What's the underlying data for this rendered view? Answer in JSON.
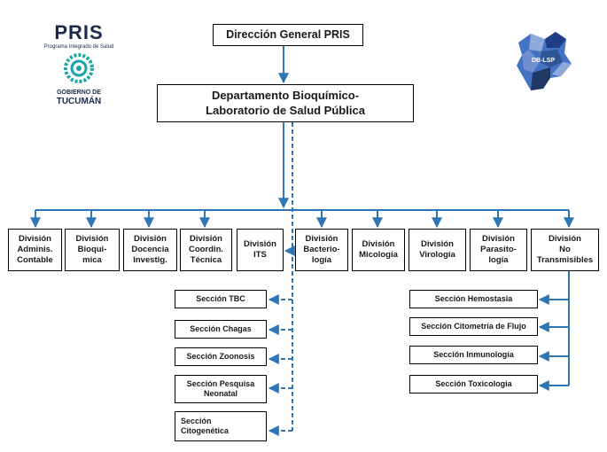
{
  "logo_left": {
    "title": "PRIS",
    "subtitle": "Programa Integrado de Salud",
    "government_line1": "GOBIERNO DE",
    "government_line2": "TUCUMÁN"
  },
  "logo_right": {
    "text": "DB-LSP"
  },
  "top": {
    "label": "Dirección General PRIS"
  },
  "department": {
    "line1": "Departamento Bioquímico-",
    "line2": "Laboratorio de Salud Pública"
  },
  "divisions": [
    {
      "l1": "División",
      "l2": "Adminis.",
      "l3": "Contable"
    },
    {
      "l1": "División",
      "l2": "Bioqui-",
      "l3": "mica"
    },
    {
      "l1": "División",
      "l2": "Docencia",
      "l3": "Investig."
    },
    {
      "l1": "División",
      "l2": "Coordin.",
      "l3": "Técnica"
    },
    {
      "l1": "División",
      "l2": "",
      "l3": "ITS"
    },
    {
      "l1": "División",
      "l2": "Bacterio-",
      "l3": "logía"
    },
    {
      "l1": "División",
      "l2": "",
      "l3": "Micología"
    },
    {
      "l1": "División",
      "l2": "",
      "l3": "Virología"
    },
    {
      "l1": "División",
      "l2": "Parasito-",
      "l3": "logía"
    },
    {
      "l1": "División",
      "l2": "No",
      "l3": "Transmisibles"
    }
  ],
  "sections_left": [
    {
      "l1": "Sección TBC",
      "l2": ""
    },
    {
      "l1": "Sección Chagas",
      "l2": ""
    },
    {
      "l1": "Sección Zoonosis",
      "l2": ""
    },
    {
      "l1": "Sección Pesquisa",
      "l2": "Neonatal"
    },
    {
      "l1": "Sección",
      "l2": "Citogenética"
    }
  ],
  "sections_right": [
    {
      "l1": "Sección Hemostasia"
    },
    {
      "l1": "Sección Citometría de Flujo"
    },
    {
      "l1": "Sección Inmunología"
    },
    {
      "l1": "Sección Toxicologia"
    }
  ],
  "colors": {
    "connector": "#2e75b6",
    "box_border": "#000000",
    "map_primary": "#4472c4",
    "map_dark": "#1f3c88"
  }
}
